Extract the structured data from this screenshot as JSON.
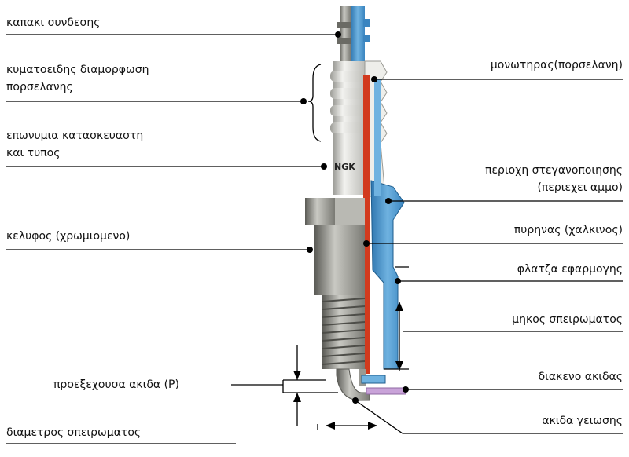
{
  "labels": {
    "cap": "καπακι συνδεσης",
    "ribs_line1": "κυματοειδης διαμορφωση",
    "ribs_line2": "πορσελανης",
    "brand_line1": "επωνυμια κατασκευαστη",
    "brand_line2": "και τυπος",
    "shell": "κελυφος (χρωμιομενο)",
    "projection": "προεξεχουσα ακιδα (P)",
    "thread_diameter": "διαμετρος σπειρωματος",
    "insulator": "μονωτηρας(πορσελανη)",
    "seal_line1": "περιοχη στεγανοποιησης",
    "seal_line2": "(περιεχει αμμο)",
    "core": "πυρηνας (χαλκινος)",
    "flange": "φλατζα εφαρμογης",
    "thread_length": "μηκος σπειρωματος",
    "gap": "διακενο ακιδας",
    "ground": "ακιδα γειωσης"
  },
  "brand_mark": "NGK",
  "colors": {
    "insulator": "#d9d9d4",
    "metal": "#8f8f88",
    "metal_dark": "#5e5e58",
    "cutaway": "#4a93c8",
    "core": "#d23a1e",
    "leader": "#000000"
  }
}
